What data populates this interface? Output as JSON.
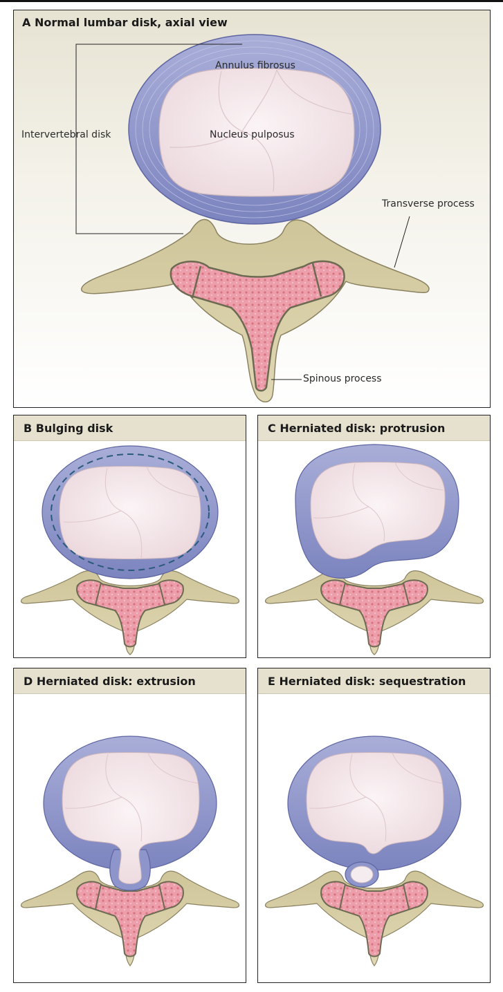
{
  "panels": {
    "a": {
      "title": "A  Normal lumbar disk, axial view",
      "labels": {
        "annulus": "Annulus fibrosus",
        "nucleus": "Nucleus pulposus",
        "disk": "Intervertebral disk",
        "transverse": "Transverse process",
        "spinous": "Spinous process"
      }
    },
    "b": {
      "title": "B  Bulging disk"
    },
    "c": {
      "title": "C  Herniated disk: protrusion"
    },
    "d": {
      "title": "D  Herniated disk: extrusion"
    },
    "e": {
      "title": "E  Herniated disk: sequestration"
    }
  },
  "colors": {
    "annulus": "#8d95cb",
    "nucleus": "#f4e9ec",
    "bone": "#d8d0a8",
    "marrow": "#e79aa6",
    "header": "#e6e1cf"
  }
}
